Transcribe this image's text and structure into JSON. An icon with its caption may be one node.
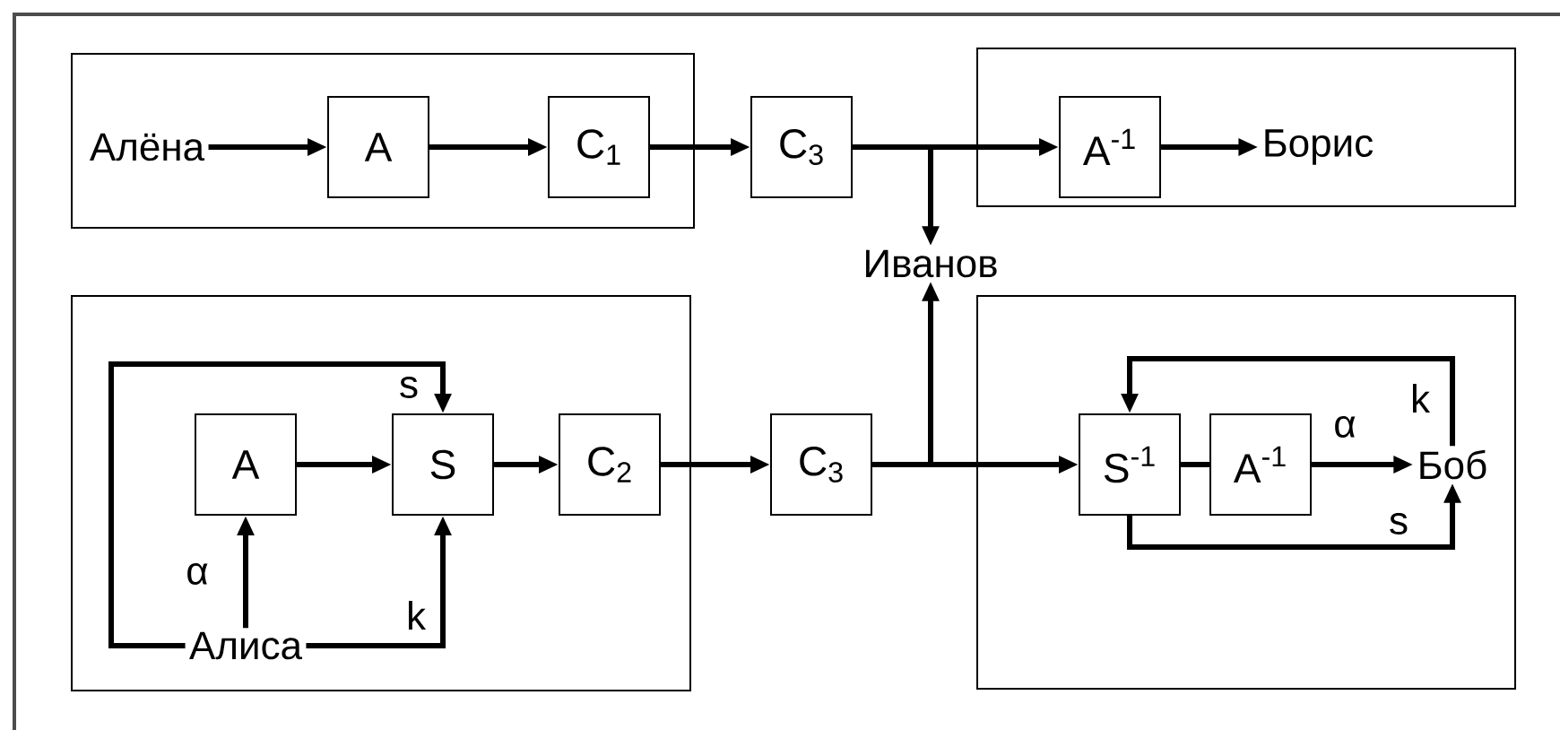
{
  "diagram": {
    "nodes": [
      {
        "text": [],
        "shape": "box"
      },
      {
        "text": [
          "Алёна"
        ],
        "in": 0
      },
      {
        "text": [
          "A"
        ],
        "in": 0
      },
      {
        "text": [
          "C$_{1}$"
        ],
        "in": 0
      },
      {
        "text": [
          "C$_{3}$"
        ]
      },
      {
        "text": [],
        "shape": "box"
      },
      {
        "text": [
          "A$^{-1}$"
        ],
        "in": 5
      },
      {
        "text": [
          "Борис"
        ],
        "in": 5
      },
      {
        "text": [
          "Иванов"
        ]
      },
      {
        "text": [],
        "shape": "box"
      },
      {
        "text": [
          "A"
        ],
        "in": 9
      },
      {
        "text": [
          "S"
        ],
        "in": 9
      },
      {
        "text": [
          "C$_{2}$"
        ],
        "in": 9
      },
      {
        "text": [
          "Алиса"
        ],
        "in": 9
      },
      {
        "text": [
          "C$_{3}$"
        ]
      },
      {
        "text": [],
        "shape": "box"
      },
      {
        "text": [
          "S$^{-1}$"
        ],
        "in": 15
      },
      {
        "text": [
          "A$^{-1}$"
        ],
        "in": 15
      },
      {
        "text": [
          "Боб"
        ],
        "in": 15
      }
    ],
    "edges": [
      {
        "from": 1,
        "to": 2,
        "arrow": "to"
      },
      {
        "from": 2,
        "to": 3,
        "arrow": "to"
      },
      {
        "from": 3,
        "to": 4,
        "arrow": "to"
      },
      {
        "from": 4,
        "to": 6,
        "arrow": "to"
      },
      {
        "from": 6,
        "to": 7,
        "arrow": "to"
      },
      {
        "from": 4,
        "to": 8,
        "arrow": "to"
      },
      {
        "from": 13,
        "to": 10,
        "arrow": "to",
        "label": "α"
      },
      {
        "from": 10,
        "to": 11,
        "arrow": "to"
      },
      {
        "from": 13,
        "to": 11,
        "arrow": "to",
        "label": "s"
      },
      {
        "from": 13,
        "to": 11,
        "arrow": "to",
        "label": "k"
      },
      {
        "from": 11,
        "to": 12,
        "arrow": "to"
      },
      {
        "from": 12,
        "to": 14,
        "arrow": "to"
      },
      {
        "from": 14,
        "to": 16,
        "arrow": "to"
      },
      {
        "from": 14,
        "to": 8,
        "arrow": "to"
      },
      {
        "from": 16,
        "to": 17,
        "arrow": "none"
      },
      {
        "from": 17,
        "to": 18,
        "arrow": "to",
        "label": "α"
      },
      {
        "from": 18,
        "to": 16,
        "arrow": "to",
        "label": "k"
      },
      {
        "from": 16,
        "to": 18,
        "arrow": "to",
        "label": "s"
      }
    ]
  }
}
